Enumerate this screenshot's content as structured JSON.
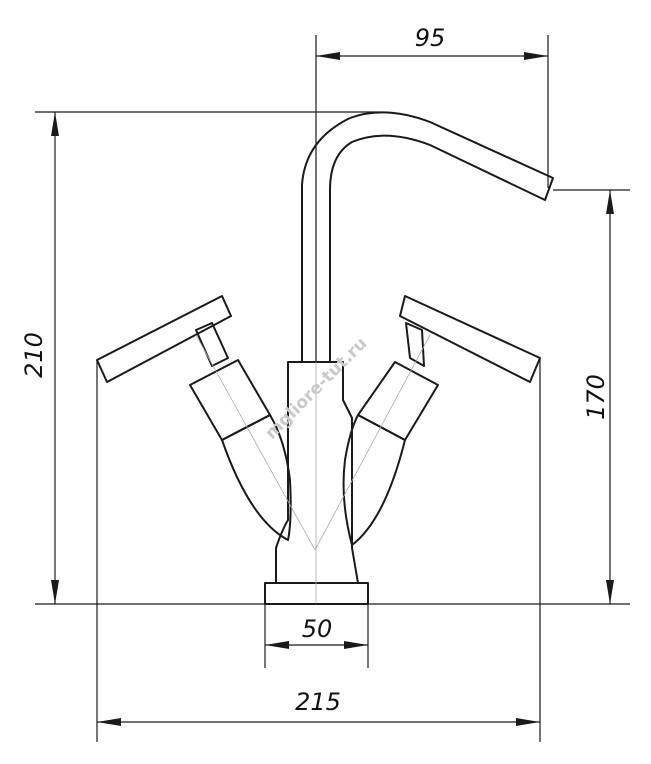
{
  "dimensions": {
    "spout_reach": "95",
    "total_height": "210",
    "spout_height": "170",
    "base_width": "50",
    "total_width": "215"
  },
  "watermark": "mgliore-tut.ru",
  "colors": {
    "line": "#1a1a1a",
    "axis": "#aaaaaa",
    "watermark": "#c9c9c9"
  }
}
